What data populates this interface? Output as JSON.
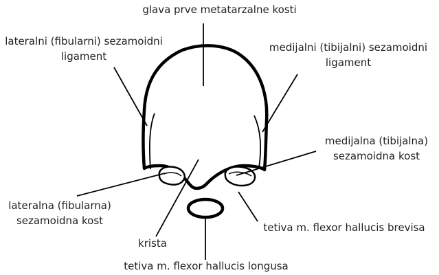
{
  "colors": {
    "stroke": "#000000",
    "text": "#231f20",
    "background": "#ffffff"
  },
  "labels": {
    "metatarsal_head": "glava prve metatarzalne kosti",
    "lateral_ligament": [
      "lateralni (fibularni) sezamoidni",
      "ligament"
    ],
    "medial_ligament": [
      "medijalni (tibijalni) sezamoidni",
      "ligament"
    ],
    "medial_sesamoid": [
      "medijalna (tibijalna)",
      "sezamoidna kost"
    ],
    "lateral_sesamoid": [
      "lateralna (fibularna)",
      "sezamoidna kost"
    ],
    "crest": "krista",
    "flexor_brevis_tendon": "tetiva m. flexor hallucis brevisa",
    "flexor_longus_tendon": "tetiva m. flexor hallucis longusa"
  }
}
